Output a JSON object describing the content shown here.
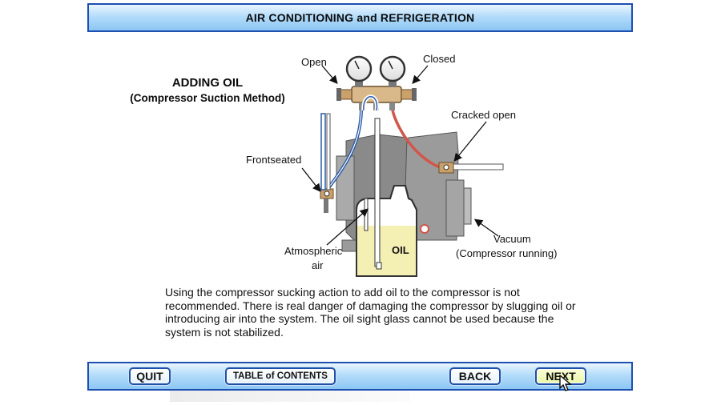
{
  "window": {
    "title": "AIR CONDITIONING and REFRIGERATION"
  },
  "diagram": {
    "heading": "ADDING OIL",
    "subheading": "(Compressor Suction Method)",
    "labels": {
      "open": "Open",
      "closed": "Closed",
      "cracked_open": "Cracked open",
      "frontseated": "Frontseated",
      "atmospheric_line1": "Atmospheric",
      "atmospheric_line2": "air",
      "oil": "OIL",
      "vacuum_line1": "Vacuum",
      "vacuum_line2": "(Compressor running)"
    },
    "colors": {
      "hose_blue": "#2c5aa8",
      "hose_red": "#d0574a",
      "oil_fill": "#f4f0b4",
      "compressor_gray": "#9a9a9a"
    }
  },
  "body_text": "Using the compressor sucking action to add oil to the compressor is not recommended.  There is real danger of damaging the compressor by slugging oil or introducing air into the system.  The oil sight glass cannot be used because the system is not stabilized.",
  "nav": {
    "quit": "QUIT",
    "toc": "TABLE of CONTENTS",
    "back": "BACK",
    "next": "NEXT"
  }
}
